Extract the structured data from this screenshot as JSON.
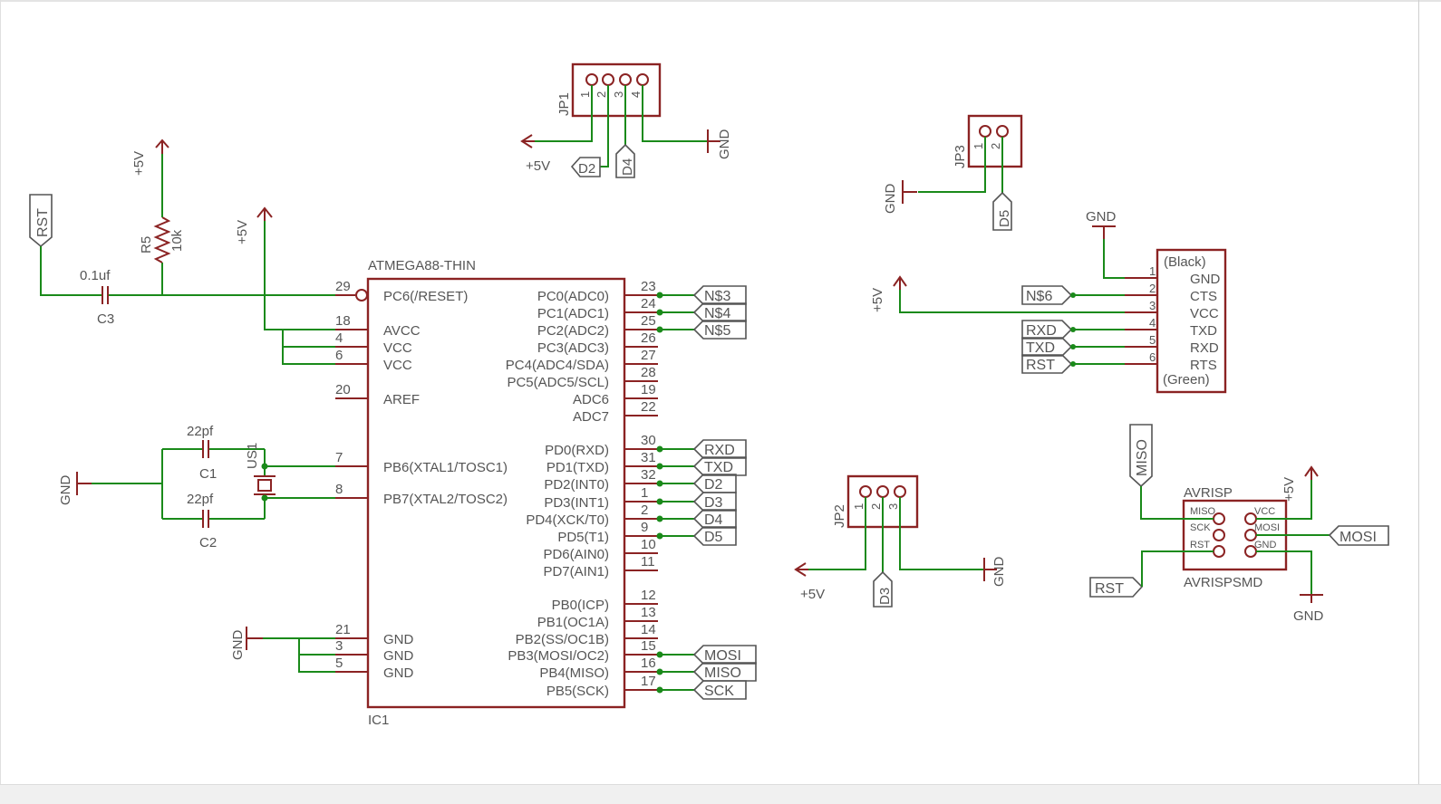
{
  "parts": {
    "ic1": {
      "name": "IC1",
      "value": "ATMEGA88-THIN"
    },
    "c3": {
      "name": "C3",
      "value": "0.1uf"
    },
    "c1": {
      "name": "C1",
      "value": "22pf"
    },
    "c2": {
      "name": "C2",
      "value": "22pf"
    },
    "r5": {
      "name": "R5",
      "value": "10k"
    },
    "us1": {
      "name": "US1"
    },
    "jp1": {
      "name": "JP1"
    },
    "jp2": {
      "name": "JP2"
    },
    "jp3": {
      "name": "JP3"
    },
    "ftdi": {
      "top": "(Black)",
      "bottom": "(Green)"
    },
    "avr": {
      "name": "AVRISPSMD",
      "value": "AVRISP"
    }
  },
  "ic_left_pins": [
    {
      "num": "29",
      "name": "PC6(/RESET)"
    },
    {
      "num": "18",
      "name": "AVCC"
    },
    {
      "num": "4",
      "name": "VCC"
    },
    {
      "num": "6",
      "name": "VCC"
    },
    {
      "num": "20",
      "name": "AREF"
    },
    {
      "num": "7",
      "name": "PB6(XTAL1/TOSC1)"
    },
    {
      "num": "8",
      "name": "PB7(XTAL2/TOSC2)"
    },
    {
      "num": "21",
      "name": "GND"
    },
    {
      "num": "3",
      "name": "GND"
    },
    {
      "num": "5",
      "name": "GND"
    }
  ],
  "ic_right_pins": [
    {
      "num": "23",
      "name": "PC0(ADC0)",
      "net": "N$3"
    },
    {
      "num": "24",
      "name": "PC1(ADC1)",
      "net": "N$4"
    },
    {
      "num": "25",
      "name": "PC2(ADC2)",
      "net": "N$5"
    },
    {
      "num": "26",
      "name": "PC3(ADC3)",
      "net": ""
    },
    {
      "num": "27",
      "name": "PC4(ADC4/SDA)",
      "net": ""
    },
    {
      "num": "28",
      "name": "PC5(ADC5/SCL)",
      "net": ""
    },
    {
      "num": "19",
      "name": "ADC6",
      "net": ""
    },
    {
      "num": "22",
      "name": "ADC7",
      "net": ""
    },
    {
      "num": "30",
      "name": "PD0(RXD)",
      "net": "RXD"
    },
    {
      "num": "31",
      "name": "PD1(TXD)",
      "net": "TXD"
    },
    {
      "num": "32",
      "name": "PD2(INT0)",
      "net": "D2"
    },
    {
      "num": "1",
      "name": "PD3(INT1)",
      "net": "D3"
    },
    {
      "num": "2",
      "name": "PD4(XCK/T0)",
      "net": "D4"
    },
    {
      "num": "9",
      "name": "PD5(T1)",
      "net": "D5"
    },
    {
      "num": "10",
      "name": "PD6(AIN0)",
      "net": ""
    },
    {
      "num": "11",
      "name": "PD7(AIN1)",
      "net": ""
    },
    {
      "num": "12",
      "name": "PB0(ICP)",
      "net": ""
    },
    {
      "num": "13",
      "name": "PB1(OC1A)",
      "net": ""
    },
    {
      "num": "14",
      "name": "PB2(SS/OC1B)",
      "net": ""
    },
    {
      "num": "15",
      "name": "PB3(MOSI/OC2)",
      "net": "MOSI"
    },
    {
      "num": "16",
      "name": "PB4(MISO)",
      "net": "MISO"
    },
    {
      "num": "17",
      "name": "PB5(SCK)",
      "net": "SCK"
    }
  ],
  "ftdi_pins": [
    {
      "num": "1",
      "name": "GND"
    },
    {
      "num": "2",
      "name": "CTS"
    },
    {
      "num": "3",
      "name": "VCC"
    },
    {
      "num": "4",
      "name": "TXD"
    },
    {
      "num": "5",
      "name": "RXD"
    },
    {
      "num": "6",
      "name": "RTS"
    }
  ],
  "ftdi_nets": [
    "N$6",
    "RXD",
    "TXD",
    "RST"
  ],
  "avr_pins": {
    "miso": "MISO",
    "vcc": "VCC",
    "sck": "SCK",
    "mosi": "MOSI",
    "rst": "RST",
    "gnd": "GND"
  },
  "avr_nets": {
    "miso": "MISO",
    "mosi": "MOSI",
    "rst": "RST"
  },
  "jp_pin_numbers": [
    "1",
    "2",
    "3",
    "4"
  ],
  "nets": {
    "plus5v": "+5V",
    "gnd": "GND",
    "rst": "RST",
    "d2": "D2",
    "d3": "D3",
    "d4": "D4",
    "d5": "D5"
  },
  "colors": {
    "wire": "#1a8a1a",
    "part": "#8b2323",
    "text": "#555555"
  }
}
